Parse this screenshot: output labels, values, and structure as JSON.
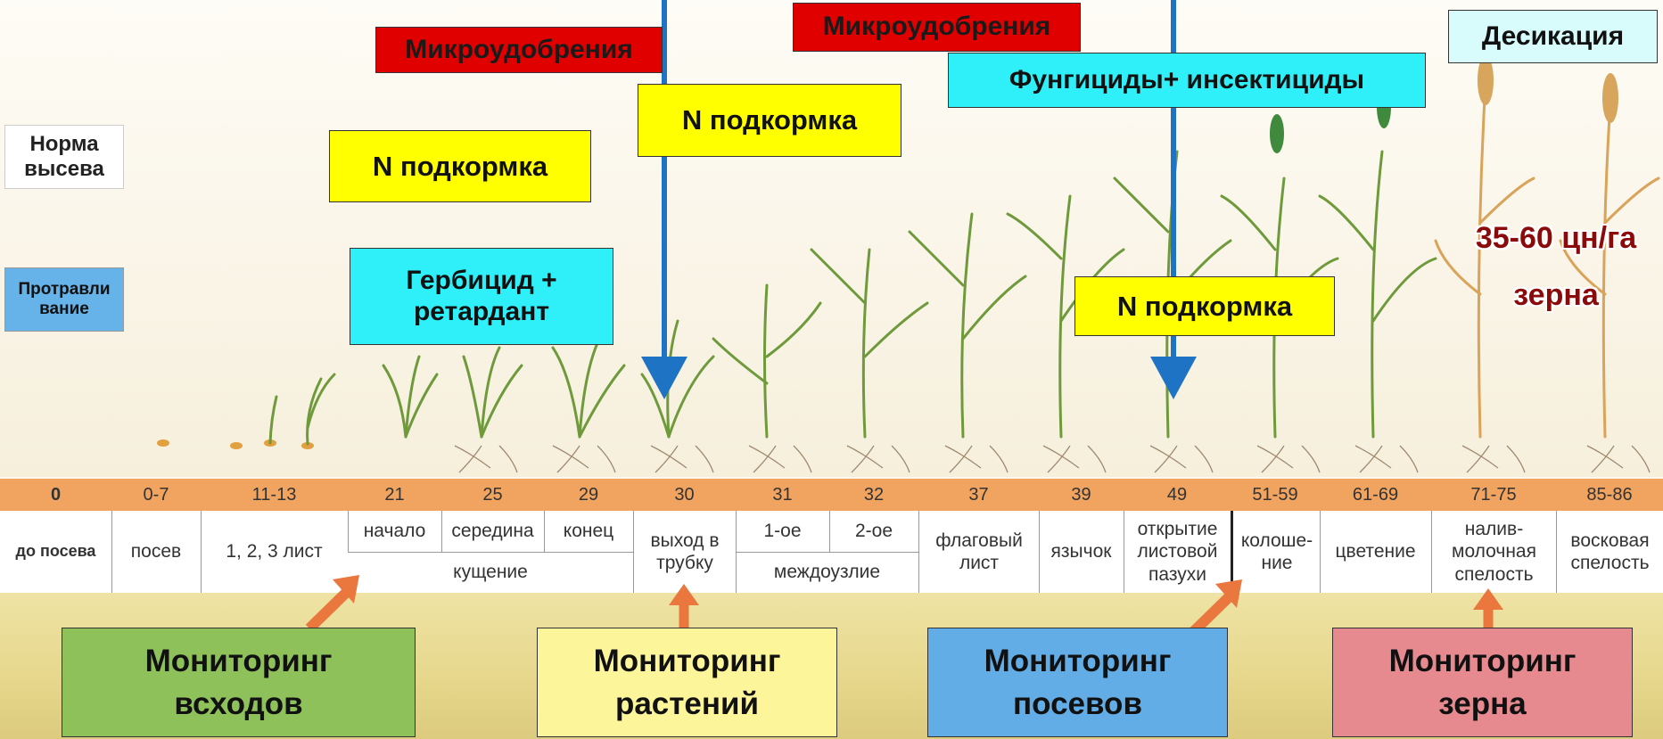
{
  "left_labels": {
    "seeding_rate": "Норма высева",
    "treatment": "Протравли вание",
    "before_sowing_code": "0",
    "before_sowing": "до посева"
  },
  "top_boxes": {
    "micro1": "Микроудобрения",
    "micro2": "Микроудобрения",
    "n1": "N подкормка",
    "n2": "N подкормка",
    "n3": "N подкормка",
    "herbicide": "Гербицид + ретардант",
    "fungicides": "Фунгициды+ инсектициды",
    "desiccation": "Десикация"
  },
  "yield_text": "35-60 цн/га зерна",
  "stage_codes": [
    "0-7",
    "11-13",
    "21",
    "25",
    "29",
    "30",
    "31",
    "32",
    "37",
    "39",
    "49",
    "51-59",
    "61-69",
    "71-75",
    "85-86"
  ],
  "stages": {
    "sowing": "посев",
    "leaves": "1, 2, 3 лист",
    "start": "начало",
    "middle": "середина",
    "end": "конец",
    "tillering": "кущение",
    "booting": "выход в трубку",
    "first": "1-ое",
    "second": "2-ое",
    "internode": "междоузлие",
    "flag_leaf": "флаговый лист",
    "ligule": "язычок",
    "leaf_sheath": "открытие листовой пазухи",
    "heading": "колоше- ние",
    "flowering": "цветение",
    "milk": "налив- молочная спелость",
    "wax": "восковая спелость"
  },
  "monitoring": {
    "emergence": "Мониторинг всходов",
    "plants": "Мониторинг растений",
    "crops": "Мониторинг посевов",
    "grain": "Мониторинг зерна"
  },
  "colors": {
    "red": "#e00000",
    "yellow": "#ffff00",
    "cyan": "#2ff0f8",
    "arrow_blue": "#1f73c4",
    "orange_arrow": "#e9773e",
    "mon_green": "#8fc15a",
    "mon_yellow": "#fdf59a",
    "mon_blue": "#62ade6",
    "mon_pink": "#e68a8f"
  }
}
